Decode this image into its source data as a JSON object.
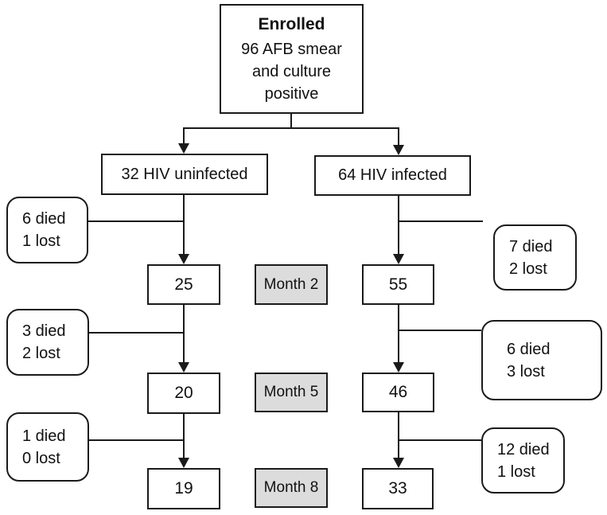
{
  "diagram": {
    "type": "study-enrollment-flowchart",
    "enrolled": {
      "title": "Enrolled",
      "line1": "96 AFB smear",
      "line2": "and culture",
      "line3": "positive"
    },
    "branches": {
      "uninfected": "32 HIV uninfected",
      "infected": "64 HIV infected"
    },
    "timepoints": [
      {
        "label": "Month 2",
        "uninfected_n": "25",
        "infected_n": "55",
        "uninfected_attrition": {
          "died": "6 died",
          "lost": "1 lost"
        },
        "infected_attrition": {
          "died": "7 died",
          "lost": "2 lost"
        }
      },
      {
        "label": "Month 5",
        "uninfected_n": "20",
        "infected_n": "46",
        "uninfected_attrition": {
          "died": "3 died",
          "lost": "2 lost"
        },
        "infected_attrition": {
          "died": "6 died",
          "lost": "3 lost"
        }
      },
      {
        "label": "Month 8",
        "uninfected_n": "19",
        "infected_n": "33",
        "uninfected_attrition": {
          "died": "1 died",
          "lost": "0 lost"
        },
        "infected_attrition": {
          "died": "12 died",
          "lost": "1 lost"
        }
      }
    ]
  },
  "colors": {
    "line_color": "#1a1a1a",
    "month_box_fill": "#dcdcdc",
    "box_fill": "#ffffff"
  }
}
